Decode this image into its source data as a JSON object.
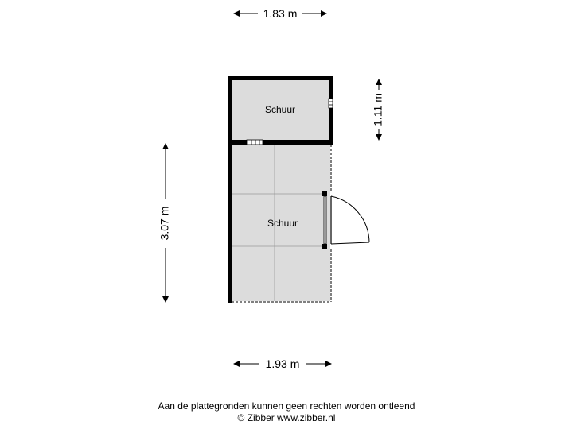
{
  "dimensions": {
    "top_width": "1.83 m",
    "bottom_width": "1.93 m",
    "left_height": "3.07 m",
    "right_height": "1.11 m"
  },
  "rooms": [
    {
      "label": "Schuur"
    },
    {
      "label": "Schuur"
    }
  ],
  "footer": {
    "disclaimer": "Aan de plattegronden kunnen geen rechten worden ontleend",
    "copyright": "© Zibber www.zibber.nl"
  },
  "colors": {
    "wall": "#000000",
    "floor": "#dcdcdc",
    "grid_line": "#9a9a9a"
  }
}
